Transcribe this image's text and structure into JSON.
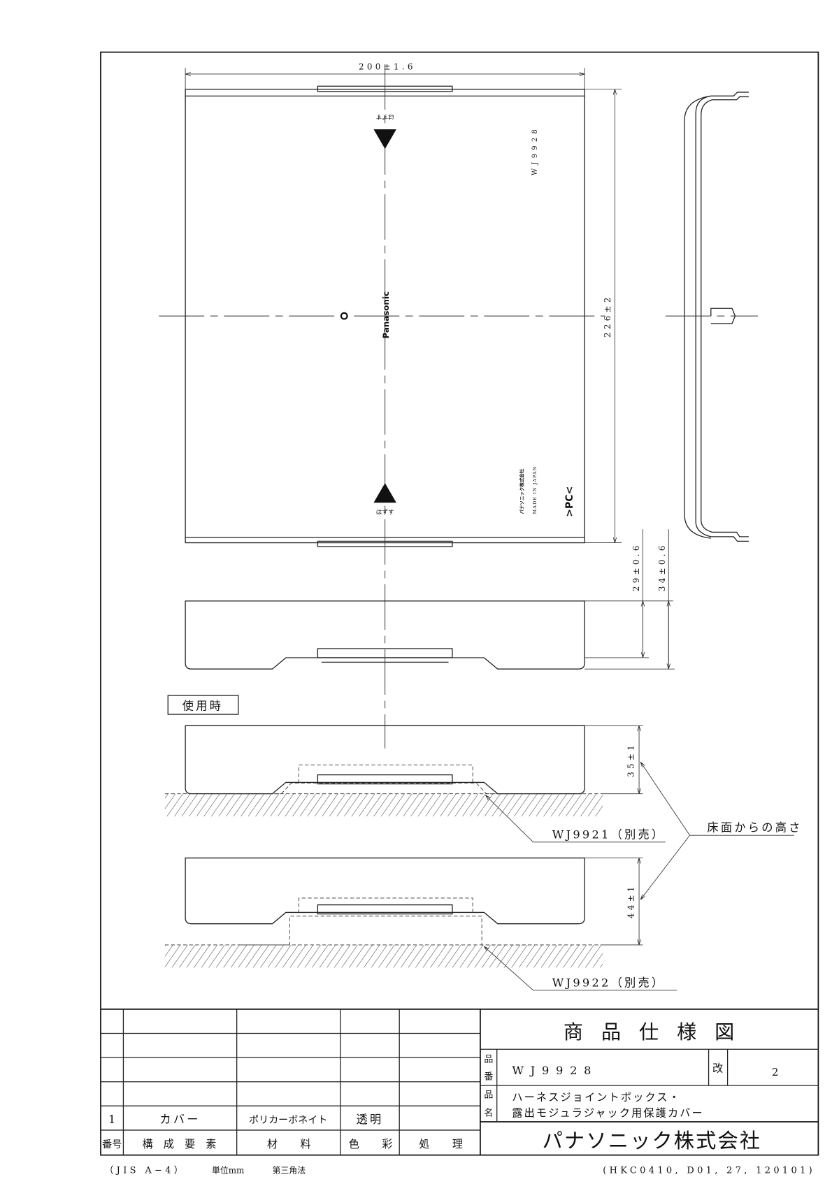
{
  "dimensions": {
    "width": "200±1.6",
    "depth": "226±2",
    "height_a": "29±0.6",
    "height_b": "34±0.6",
    "use_height_1": "35±1",
    "use_height_2": "44±1"
  },
  "markings": {
    "model": "WJ9928",
    "brand": "Panasonic",
    "remove_top": "はずす",
    "remove_bottom": "はずす",
    "maker_small": "パナソニック株式会社",
    "origin": "MADE IN JAPAN",
    "material_mark": ">PC<"
  },
  "labels": {
    "in_use": "使用時",
    "floor_height": "床面からの高さ",
    "accessory_1": "WJ9921（別売）",
    "accessory_2": "WJ9922（別売）"
  },
  "parts_table": {
    "headers": [
      "番号",
      "構成要素",
      "材料",
      "色彩",
      "処理"
    ],
    "rows": [
      {
        "no": "1",
        "component": "カバー",
        "material": "ポリカーボネイト",
        "color": "透明",
        "treatment": ""
      }
    ]
  },
  "title_block": {
    "title": "商品仕様図",
    "part_no_label": "品番",
    "part_no": "WJ9928",
    "revision_label": "改",
    "revision": "2",
    "name_label": "品名",
    "name_line1": "ハーネスジョイントボックス・",
    "name_line2": "露出モジュラジャック用保護カバー",
    "company": "パナソニック株式会社"
  },
  "footer": {
    "standard": "（JIS A−4）",
    "unit": "単位mm",
    "projection": "第三角法",
    "doc_code": "(HKC0410, D01, 27, 120101)"
  }
}
